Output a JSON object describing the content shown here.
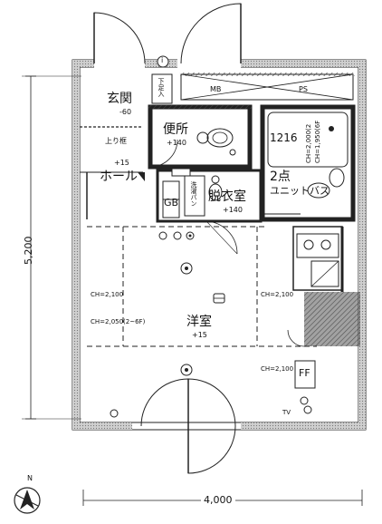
{
  "rooms": {
    "entrance": {
      "name": "玄関",
      "level": "-60"
    },
    "toilet": {
      "name": "便所",
      "level": "+140"
    },
    "hall": {
      "name": "ホール"
    },
    "raised_floor": {
      "name": "上り框",
      "level": "+15"
    },
    "dressing": {
      "name": "脱衣室",
      "level": "+140"
    },
    "unit_bath": {
      "line1": "2点",
      "line2": "ユニットバス"
    },
    "western": {
      "name": "洋室",
      "level": "+15"
    }
  },
  "fixtures": {
    "shoe_box": "下足入",
    "mb": "MB",
    "ps": "PS",
    "bath_model": "1216",
    "gb": "GB",
    "washer": "洗濯パン",
    "ff": "FF",
    "tv": "TV",
    "info_mark": "i"
  },
  "ceiling_heights": {
    "bath_ch1": "CH=2,000(2",
    "bath_ch2": "CH=1,950(6F",
    "left_upper": "CH=2,100",
    "right_upper": "CH=2,100",
    "left_mid": "CH=2,050(2~6F)",
    "right_lower": "CH=2,100"
  },
  "dimensions": {
    "height": "5,200",
    "width": "4,000"
  },
  "compass": {
    "label": "N"
  }
}
